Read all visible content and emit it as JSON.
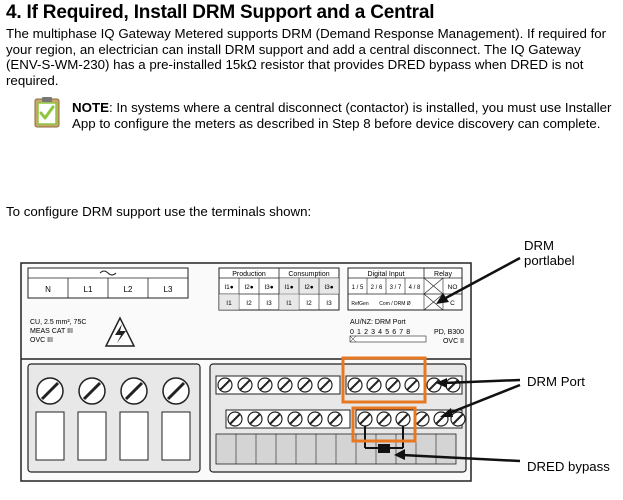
{
  "heading": "4. If Required, Install DRM Support and a Central",
  "intro": "The multiphase IQ Gateway Metered supports DRM (Demand Response Management). If required for your region, an electrician can install DRM support and add a central disconnect. The IQ Gateway (ENV-S-WM-230) has a pre-installed 15kΩ resistor that provides DRED bypass when DRED is not required.",
  "note": {
    "label": "NOTE",
    "text": ": In systems where a central disconnect (contactor) is installed, you must use Installer App to configure the meters as described in Step 8 before device discovery can complete."
  },
  "configure_text": "To configure DRM support use the terminals shown:",
  "diagram": {
    "mains_labels": [
      "N",
      "L1",
      "L2",
      "L3"
    ],
    "production_label": "Production",
    "consumption_label": "Consumption",
    "ct_top": [
      "I1●",
      "I2●",
      "I3●",
      "I1●",
      "I2●",
      "I3●"
    ],
    "ct_bottom": [
      "I1",
      "I2",
      "I3",
      "I1",
      "I2",
      "I3"
    ],
    "digital_input_label": "Digital Input",
    "relay_label": "Relay",
    "di_row": [
      "1 / 5",
      "2 / 6",
      "3 / 7",
      "4 / 8"
    ],
    "no_label": "NO",
    "refgen_label": "RefGen",
    "com_drm_label": "Com / DRM Ø",
    "c_label": "C",
    "cable_spec": [
      "CU, 2.5 mm², 75C",
      "MEAS CAT III",
      "OVC III"
    ],
    "au_nz_label": "AU/NZ: DRM Port",
    "drm_port_numbers": "0 1 2 3 4 5 6 7 8",
    "pd_label": [
      "PD, B300",
      "OVC II"
    ]
  },
  "callouts": {
    "drm_portlabel": [
      "DRM",
      "portlabel"
    ],
    "drm_port": "DRM Port",
    "dred_bypass": "DRED bypass"
  },
  "colors": {
    "highlight": "#E87722",
    "note_icon_green": "#8DC63F",
    "note_icon_tan": "#C9A66B"
  }
}
